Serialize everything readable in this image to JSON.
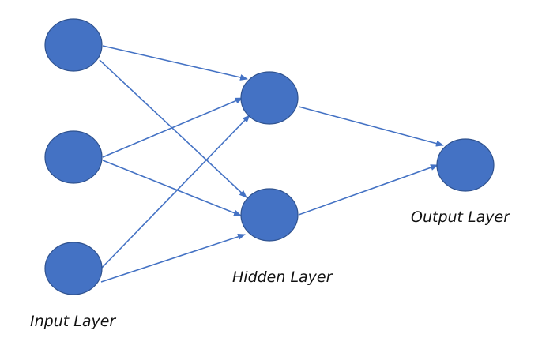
{
  "colors": {
    "node_fill": "#4472c4",
    "node_stroke": "#2f528f",
    "edge": "#4472c4"
  },
  "diagram": {
    "type": "feedforward-neural-network",
    "layers": [
      {
        "id": "input",
        "label": "Input Layer",
        "node_count": 3
      },
      {
        "id": "hidden",
        "label": "Hidden Layer",
        "node_count": 2
      },
      {
        "id": "output",
        "label": "Output Layer",
        "node_count": 1
      }
    ],
    "connections": "fully-connected-adjacent-layers"
  }
}
